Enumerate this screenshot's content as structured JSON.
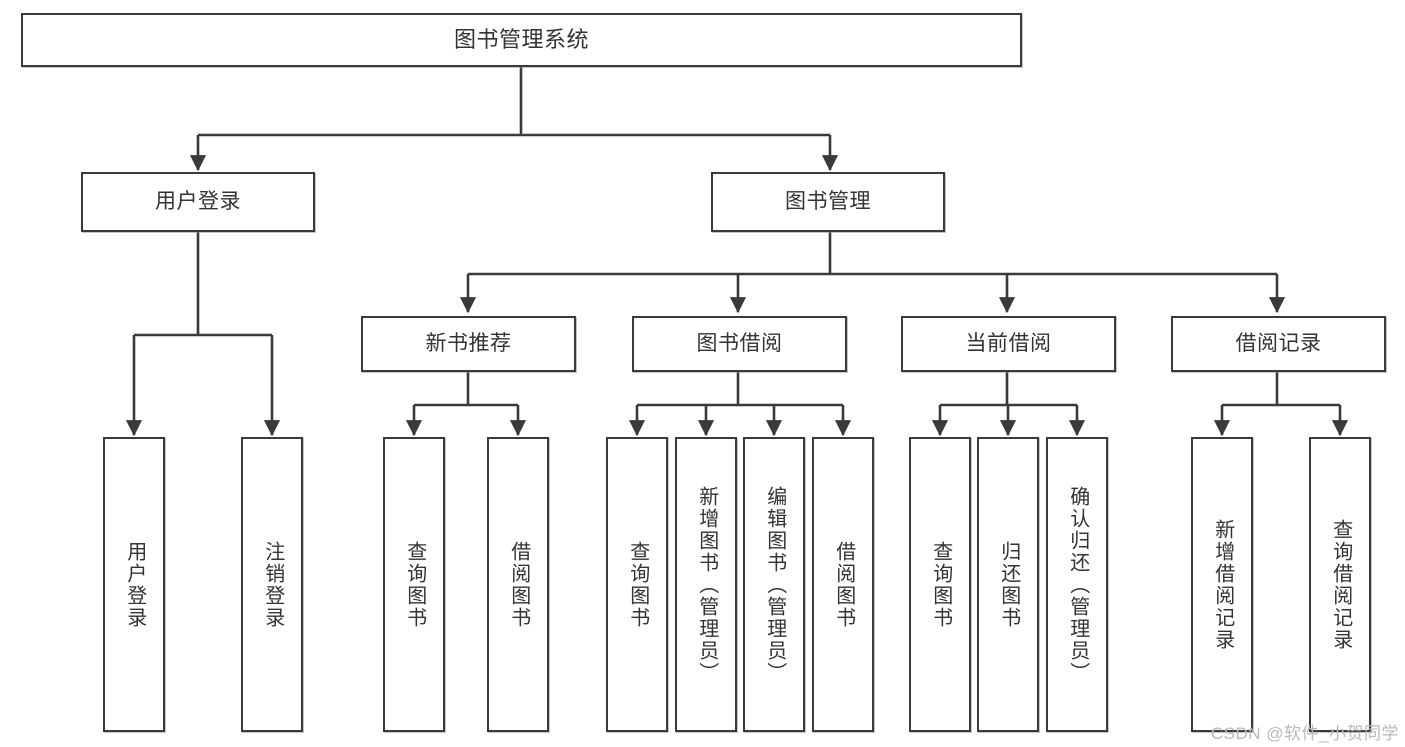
{
  "diagram": {
    "title": "图书管理系统",
    "type": "tree",
    "colors": {
      "stroke": "#3a3a3a",
      "text": "#333333",
      "background": "#ffffff",
      "watermark": "#b9b9b9"
    },
    "levels": {
      "root": {
        "label": "图书管理系统"
      },
      "level2": [
        {
          "label": "用户登录"
        },
        {
          "label": "图书管理"
        }
      ],
      "level3": [
        {
          "label": "新书推荐"
        },
        {
          "label": "图书借阅"
        },
        {
          "label": "当前借阅"
        },
        {
          "label": "借阅记录"
        }
      ],
      "level4": [
        {
          "label": "用户登录",
          "parent": "用户登录"
        },
        {
          "label": "注销登录",
          "parent": "用户登录"
        },
        {
          "label": "查询图书",
          "parent": "新书推荐"
        },
        {
          "label": "借阅图书",
          "parent": "新书推荐"
        },
        {
          "label": "查询图书",
          "parent": "图书借阅"
        },
        {
          "label": "新增图书（管理员）",
          "parent": "图书借阅"
        },
        {
          "label": "编辑图书（管理员）",
          "parent": "图书借阅"
        },
        {
          "label": "借阅图书",
          "parent": "图书借阅"
        },
        {
          "label": "查询图书",
          "parent": "当前借阅"
        },
        {
          "label": "归还图书",
          "parent": "当前借阅"
        },
        {
          "label": "确认归还（管理员）",
          "parent": "当前借阅"
        },
        {
          "label": "新增借阅记录",
          "parent": "借阅记录"
        },
        {
          "label": "查询借阅记录",
          "parent": "借阅记录"
        }
      ]
    }
  },
  "watermark": {
    "text": "CSDN @软件_小贺同学"
  }
}
